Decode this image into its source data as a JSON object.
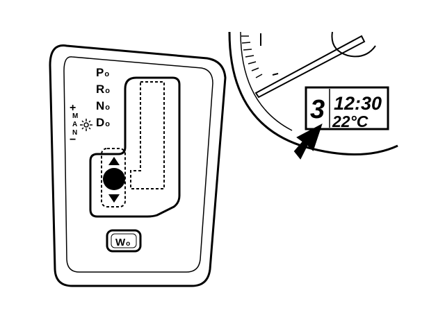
{
  "gear_positions": [
    {
      "label": "P",
      "indicator": "o"
    },
    {
      "label": "R",
      "indicator": "o"
    },
    {
      "label": "N",
      "indicator": "o"
    },
    {
      "label": "D",
      "indicator": "o"
    }
  ],
  "manual_mode": {
    "plus": "+",
    "minus": "−",
    "m_label": "M",
    "a_label": "A",
    "n_label": "N"
  },
  "winter_button": {
    "label": "W",
    "indicator": "o"
  },
  "display": {
    "gear": "3",
    "time": "12:30",
    "temperature": "22°C"
  }
}
